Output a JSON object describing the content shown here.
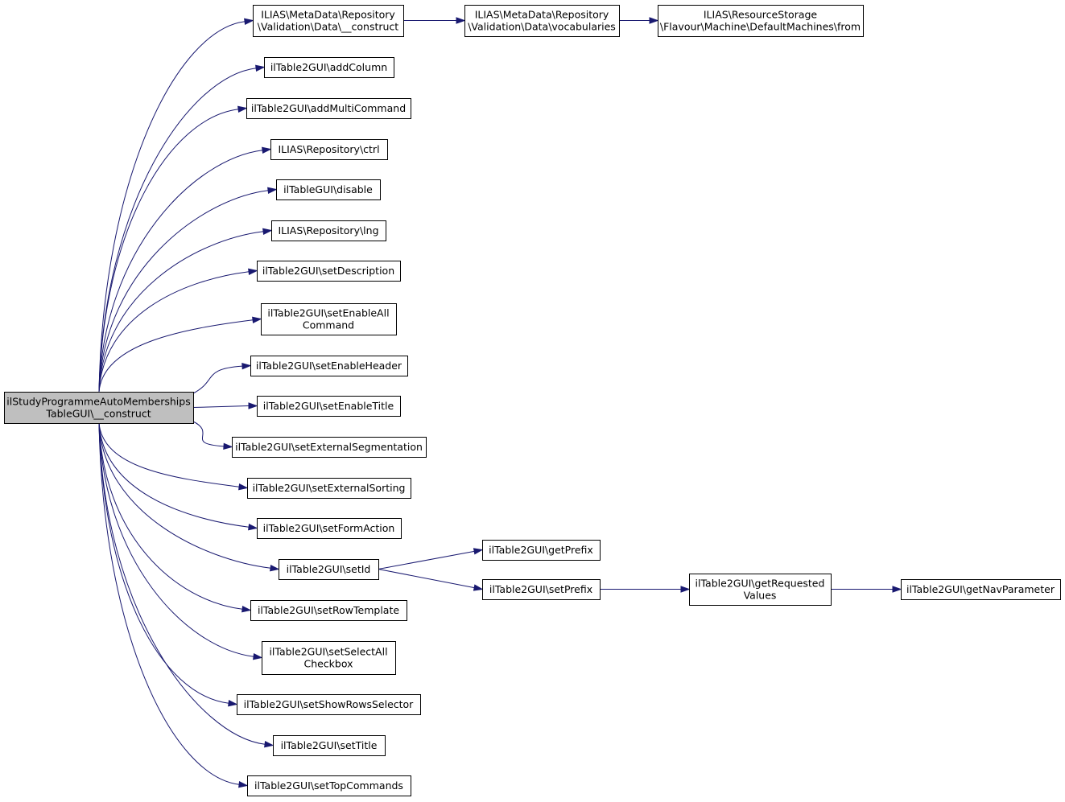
{
  "diagram": {
    "nodes": [
      {
        "id": "root",
        "lines": [
          "ilStudyProgrammeAutoMemberships",
          "TableGUI\\__construct"
        ],
        "highlight": true
      },
      {
        "id": "n1",
        "lines": [
          "ILIAS\\MetaData\\Repository",
          "\\Validation\\Data\\__construct"
        ]
      },
      {
        "id": "n2",
        "lines": [
          "ILIAS\\MetaData\\Repository",
          "\\Validation\\Data\\vocabularies"
        ]
      },
      {
        "id": "n3",
        "lines": [
          "ILIAS\\ResourceStorage",
          "\\Flavour\\Machine\\DefaultMachines\\from"
        ]
      },
      {
        "id": "n4",
        "lines": [
          "ilTable2GUI\\addColumn"
        ]
      },
      {
        "id": "n5",
        "lines": [
          "ilTable2GUI\\addMultiCommand"
        ]
      },
      {
        "id": "n6",
        "lines": [
          "ILIAS\\Repository\\ctrl"
        ]
      },
      {
        "id": "n7",
        "lines": [
          "ilTableGUI\\disable"
        ]
      },
      {
        "id": "n8",
        "lines": [
          "ILIAS\\Repository\\lng"
        ]
      },
      {
        "id": "n9",
        "lines": [
          "ilTable2GUI\\setDescription"
        ]
      },
      {
        "id": "n10",
        "lines": [
          "ilTable2GUI\\setEnableAll",
          "Command"
        ]
      },
      {
        "id": "n11",
        "lines": [
          "ilTable2GUI\\setEnableHeader"
        ]
      },
      {
        "id": "n12",
        "lines": [
          "ilTable2GUI\\setEnableTitle"
        ]
      },
      {
        "id": "n13",
        "lines": [
          "ilTable2GUI\\setExternalSegmentation"
        ]
      },
      {
        "id": "n14",
        "lines": [
          "ilTable2GUI\\setExternalSorting"
        ]
      },
      {
        "id": "n15",
        "lines": [
          "ilTable2GUI\\setFormAction"
        ]
      },
      {
        "id": "n16",
        "lines": [
          "ilTable2GUI\\setId"
        ]
      },
      {
        "id": "n17",
        "lines": [
          "ilTable2GUI\\getPrefix"
        ]
      },
      {
        "id": "n18",
        "lines": [
          "ilTable2GUI\\setPrefix"
        ]
      },
      {
        "id": "n19",
        "lines": [
          "ilTable2GUI\\getRequested",
          "Values"
        ]
      },
      {
        "id": "n20",
        "lines": [
          "ilTable2GUI\\getNavParameter"
        ]
      },
      {
        "id": "n21",
        "lines": [
          "ilTable2GUI\\setRowTemplate"
        ]
      },
      {
        "id": "n22",
        "lines": [
          "ilTable2GUI\\setSelectAll",
          "Checkbox"
        ]
      },
      {
        "id": "n23",
        "lines": [
          "ilTable2GUI\\setShowRowsSelector"
        ]
      },
      {
        "id": "n24",
        "lines": [
          "ilTable2GUI\\setTitle"
        ]
      },
      {
        "id": "n25",
        "lines": [
          "ilTable2GUI\\setTopCommands"
        ]
      }
    ],
    "edges": [
      [
        "root",
        "n1"
      ],
      [
        "root",
        "n4"
      ],
      [
        "root",
        "n5"
      ],
      [
        "root",
        "n6"
      ],
      [
        "root",
        "n7"
      ],
      [
        "root",
        "n8"
      ],
      [
        "root",
        "n9"
      ],
      [
        "root",
        "n10"
      ],
      [
        "root",
        "n11"
      ],
      [
        "root",
        "n12"
      ],
      [
        "root",
        "n13"
      ],
      [
        "root",
        "n14"
      ],
      [
        "root",
        "n15"
      ],
      [
        "root",
        "n16"
      ],
      [
        "root",
        "n21"
      ],
      [
        "root",
        "n22"
      ],
      [
        "root",
        "n23"
      ],
      [
        "root",
        "n24"
      ],
      [
        "root",
        "n25"
      ],
      [
        "n1",
        "n2"
      ],
      [
        "n2",
        "n3"
      ],
      [
        "n16",
        "n17"
      ],
      [
        "n16",
        "n18"
      ],
      [
        "n18",
        "n19"
      ],
      [
        "n19",
        "n20"
      ]
    ]
  }
}
